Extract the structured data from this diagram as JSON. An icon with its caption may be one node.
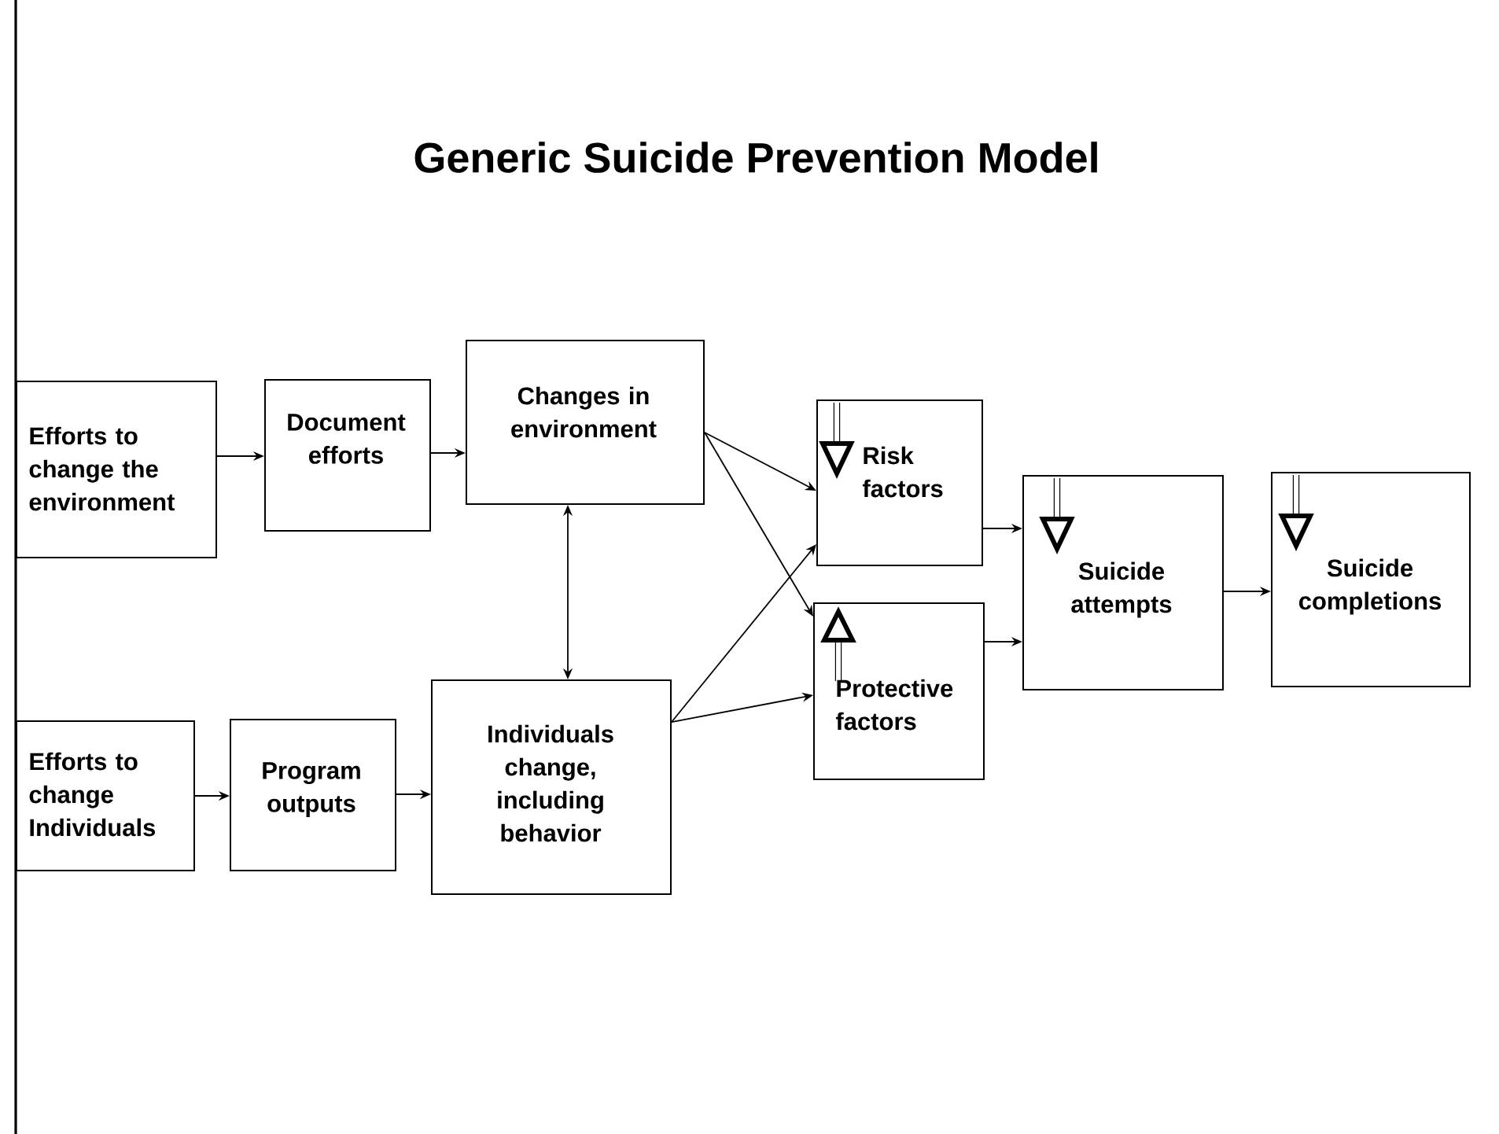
{
  "diagram": {
    "title": "Generic Suicide Prevention Model",
    "nodes": [
      {
        "text": [
          "Efforts to change the environment"
        ]
      },
      {
        "text": [
          "Document efforts"
        ]
      },
      {
        "text": [
          "Changes in environment"
        ]
      },
      {
        "text": [
          "Efforts to change Individuals"
        ]
      },
      {
        "text": [
          "Program outputs"
        ]
      },
      {
        "text": [
          "Individuals change, including behavior"
        ]
      },
      {
        "text": [
          "Risk factors"
        ]
      },
      {
        "text": [
          "Protective factors"
        ]
      },
      {
        "text": [
          "Suicide attempts"
        ]
      },
      {
        "text": [
          "Suicide completions"
        ]
      }
    ],
    "edges": [
      {
        "from": 0,
        "to": 1,
        "arrow": "to"
      },
      {
        "from": 1,
        "to": 2,
        "arrow": "to"
      },
      {
        "from": 2,
        "to": 5,
        "arrow": "both"
      },
      {
        "from": 2,
        "to": 6,
        "arrow": "to"
      },
      {
        "from": 2,
        "to": 7,
        "arrow": "to"
      },
      {
        "from": 3,
        "to": 4,
        "arrow": "to"
      },
      {
        "from": 4,
        "to": 5,
        "arrow": "to"
      },
      {
        "from": 5,
        "to": 6,
        "arrow": "to"
      },
      {
        "from": 5,
        "to": 7,
        "arrow": "to"
      },
      {
        "from": 6,
        "to": 8,
        "arrow": "to"
      },
      {
        "from": 7,
        "to": 8,
        "arrow": "to"
      },
      {
        "from": 8,
        "to": 9,
        "arrow": "to"
      }
    ]
  }
}
